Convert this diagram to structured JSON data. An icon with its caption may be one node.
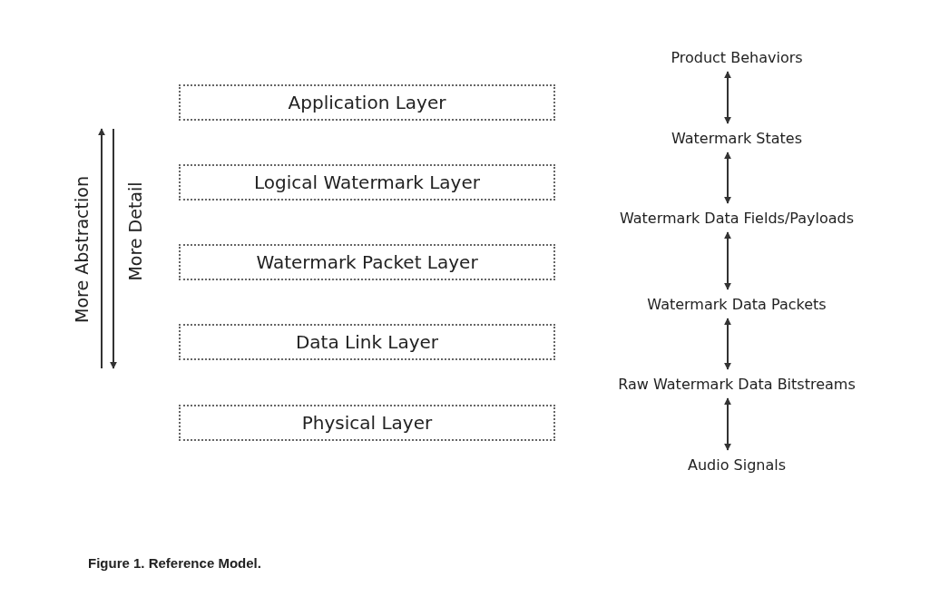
{
  "diagram": {
    "caption": "Figure 1. Reference Model.",
    "nodes": [
      {
        "text": [
          "Application Layer"
        ]
      },
      {
        "text": [
          "Logical Watermark Layer"
        ]
      },
      {
        "text": [
          "Watermark Packet Layer"
        ]
      },
      {
        "text": [
          "Data Link Layer"
        ]
      },
      {
        "text": [
          "Physical Layer"
        ]
      },
      {
        "text": [
          "Product Behaviors"
        ]
      },
      {
        "text": [
          "Watermark States"
        ]
      },
      {
        "text": [
          "Watermark Data Fields/Payloads"
        ]
      },
      {
        "text": [
          "Watermark Data Packets"
        ]
      },
      {
        "text": [
          "Raw Watermark Data Bitstreams"
        ]
      },
      {
        "text": [
          "Audio Signals"
        ]
      }
    ],
    "edges": [
      {
        "from": 5,
        "to": 6,
        "arrow": "both"
      },
      {
        "from": 6,
        "to": 7,
        "arrow": "both"
      },
      {
        "from": 7,
        "to": 8,
        "arrow": "both"
      },
      {
        "from": 8,
        "to": 9,
        "arrow": "both"
      },
      {
        "from": 9,
        "to": 10,
        "arrow": "both"
      }
    ],
    "labels": [
      "More Abstraction",
      "More Detail"
    ]
  }
}
